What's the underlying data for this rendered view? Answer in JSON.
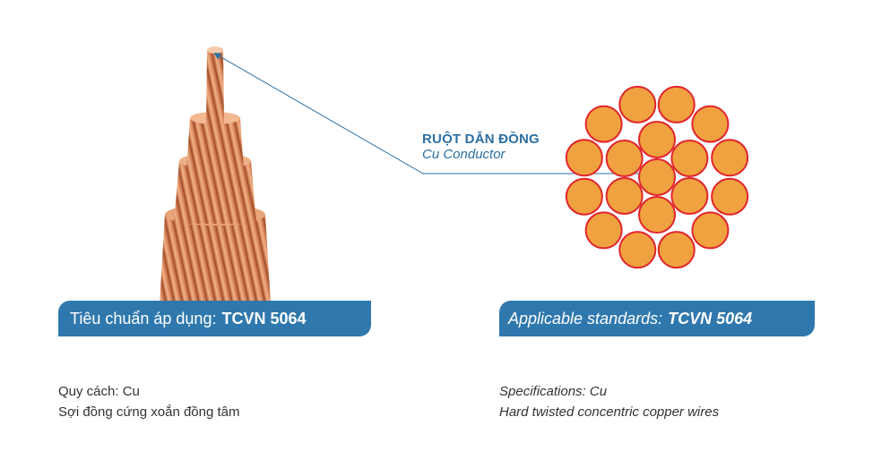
{
  "conductor": {
    "title": "RUỘT DẪN ĐỒNG",
    "subtitle": "Cu Conductor"
  },
  "standard_vi": {
    "label": "Tiêu chuẩn áp dụng:",
    "value": "TCVN 5064"
  },
  "standard_en": {
    "label": "Applicable standards:",
    "value": "TCVN 5064"
  },
  "spec_vi": {
    "line1": "Quy cách: Cu",
    "line2": "Sợi đồng cứng xoắn đồng tâm"
  },
  "spec_en": {
    "line1": "Specifications: Cu",
    "line2": "Hard twisted concentric copper wires"
  },
  "colors": {
    "banner": "#2f78ad",
    "accent_text": "#2c6fa3",
    "strand_fill": "#f0a140",
    "strand_border": "#e0252c",
    "copper": "#d9855a"
  }
}
